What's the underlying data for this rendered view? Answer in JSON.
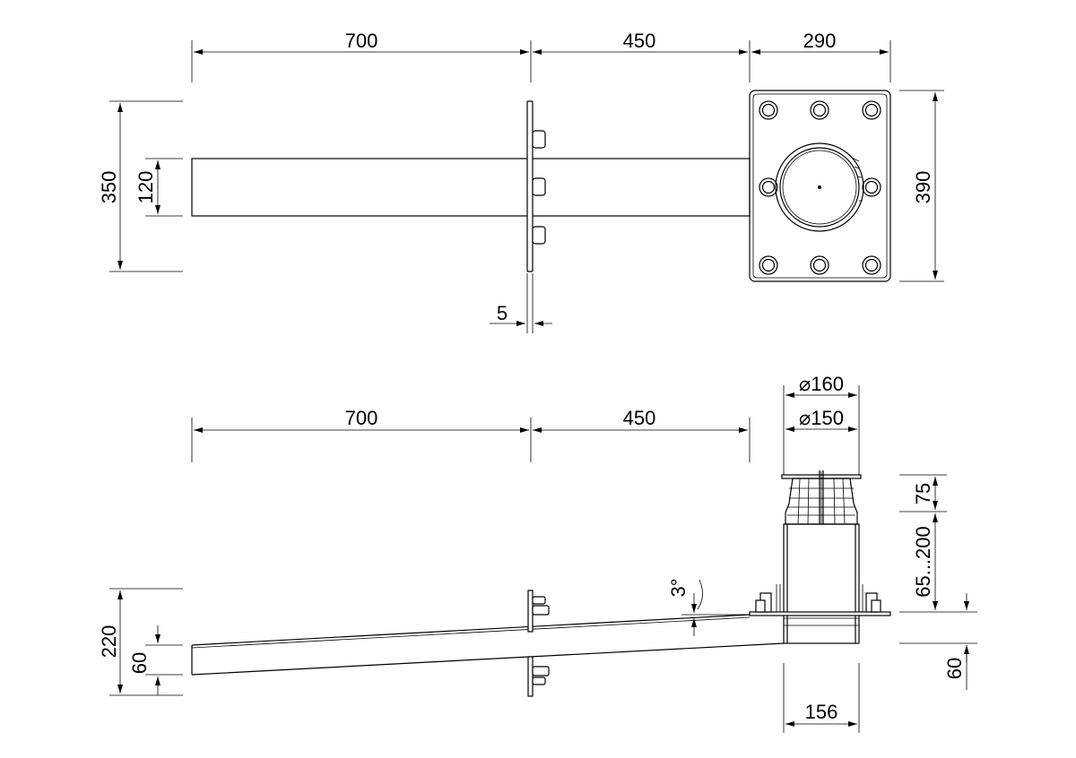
{
  "top_view": {
    "dim_pipe_length": "700",
    "dim_middle_length": "450",
    "dim_plate_width": "290",
    "dim_total_height": "350",
    "dim_pipe_height": "120",
    "dim_plate_height": "390",
    "dim_flange_thickness": "5"
  },
  "side_view": {
    "dim_pipe_length": "700",
    "dim_middle_length": "450",
    "dim_outer_diameter": "⌀160",
    "dim_inner_diameter": "⌀150",
    "dim_top_height": "75",
    "dim_adjustable_height": "65...200",
    "dim_slope_angle": "3°",
    "dim_total_height": "220",
    "dim_pipe_height": "60",
    "dim_bottom_height": "60",
    "dim_body_width": "156"
  }
}
